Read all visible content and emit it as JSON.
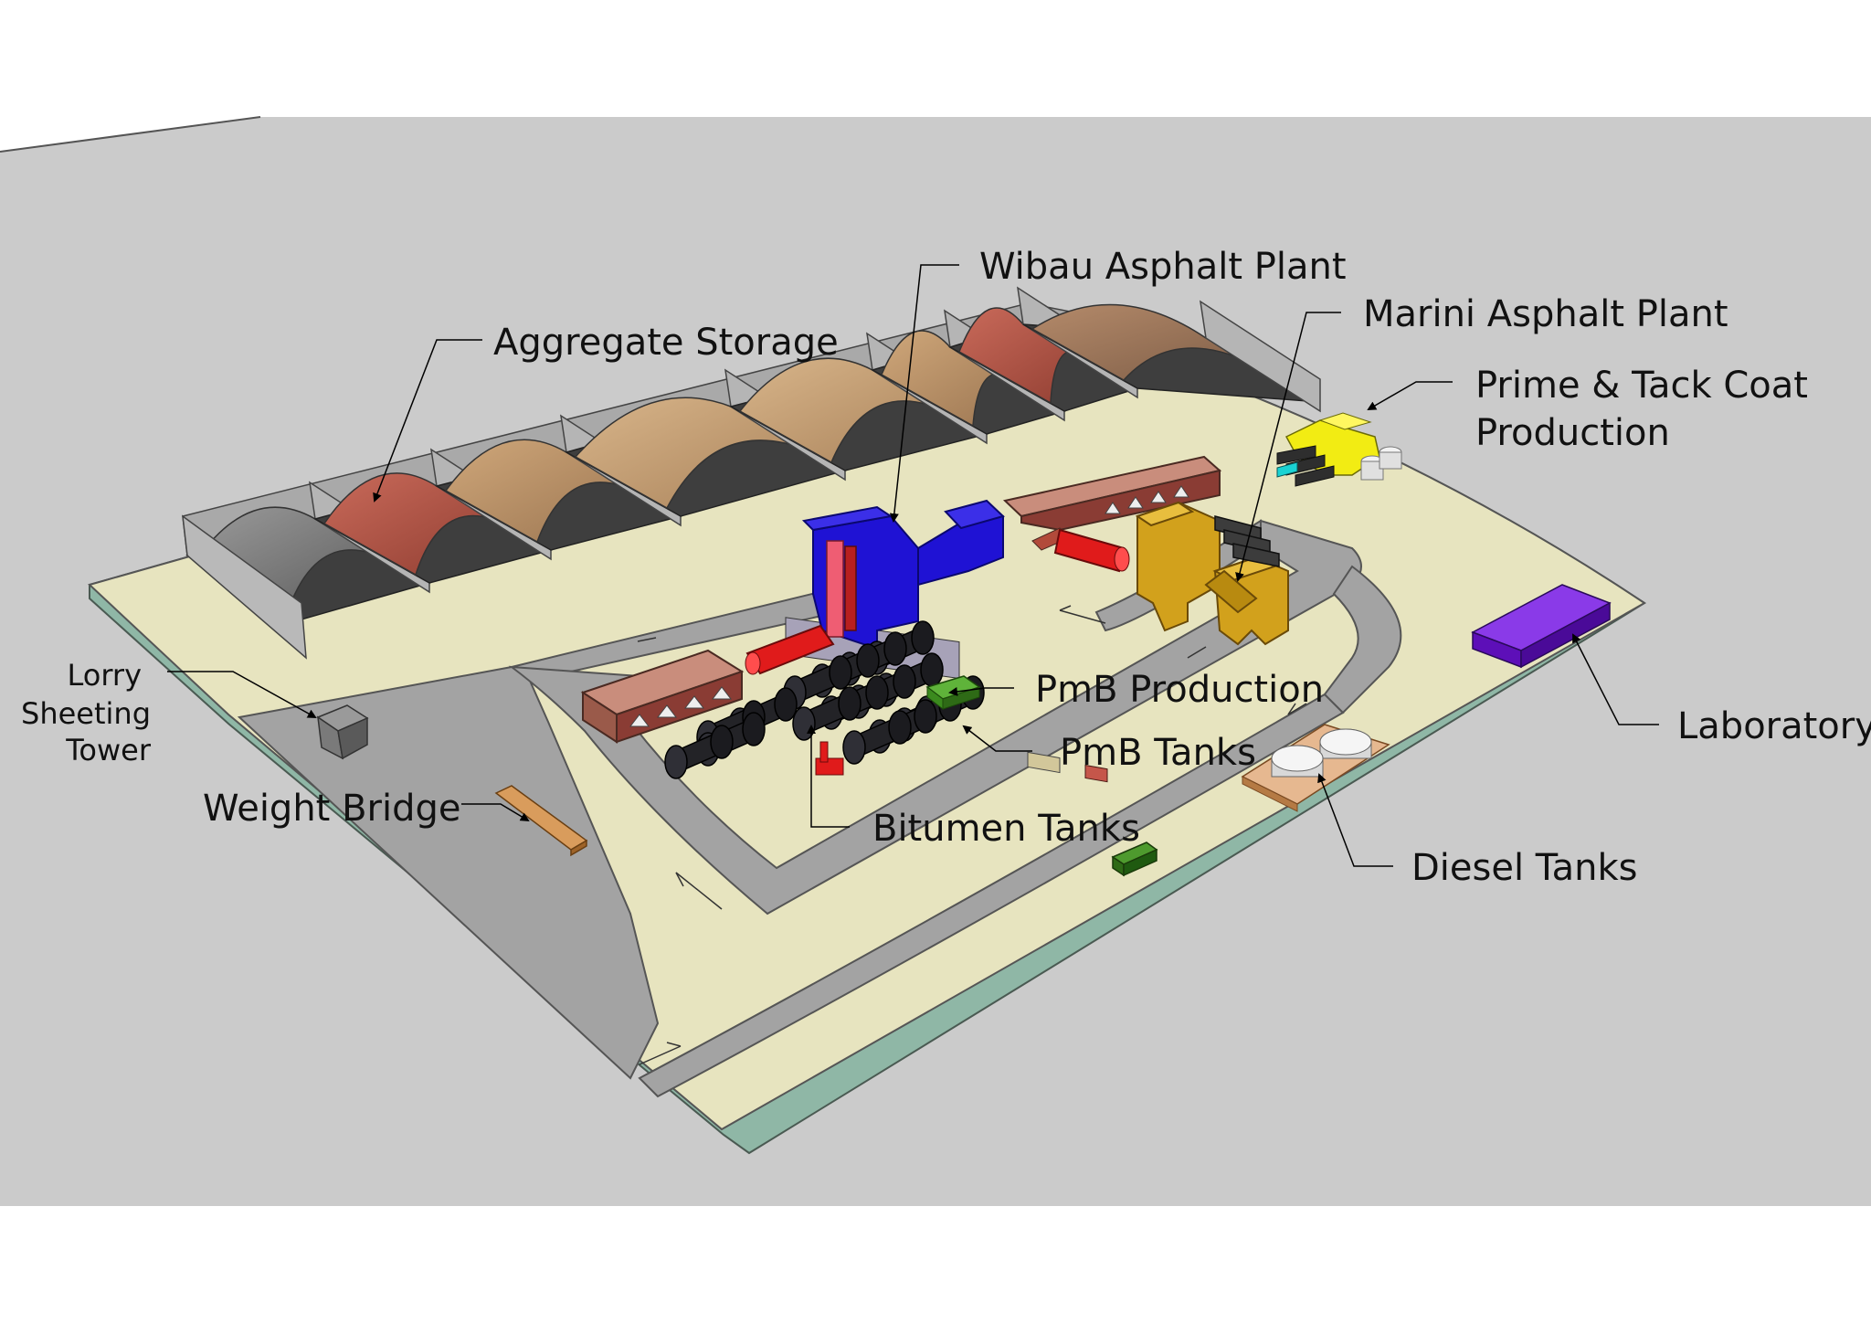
{
  "labels": {
    "aggregate_storage": "Aggregate Storage",
    "wibau_plant": "Wibau Asphalt Plant",
    "marini_plant": "Marini Asphalt Plant",
    "prime_tack_1": "Prime & Tack Coat",
    "prime_tack_2": "Production",
    "lorry_1": "Lorry",
    "lorry_2": "Sheeting",
    "lorry_3": "Tower",
    "weight_bridge": "Weight Bridge",
    "pmb_production": "PmB Production",
    "pmb_tanks": "PmB Tanks",
    "bitumen_tanks": "Bitumen Tanks",
    "laboratory": "Laboratory",
    "diesel_tanks": "Diesel Tanks"
  },
  "colors": {
    "background": "#cbcbcb",
    "site_ground": "#e7e4bf",
    "site_edge": "#8fb7a6",
    "road": "#a3a3a3",
    "wibau_plant": "#1f12d4",
    "marini_plant": "#d2a11c",
    "prime_tack": "#f2ec13",
    "laboratory": "#6d17cf",
    "pmb_production": "#3b8a1e",
    "bitumen_tank": "#232327",
    "diesel_pad": "#e6b890",
    "weight_bridge": "#d99c5c",
    "dryer_drum": "#e01b1b"
  }
}
